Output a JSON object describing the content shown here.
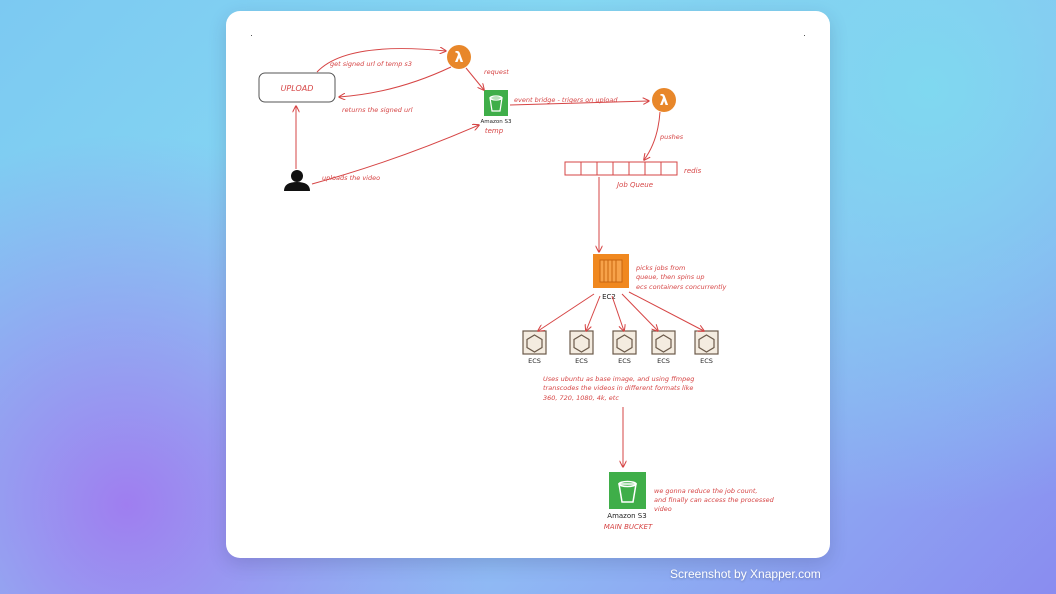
{
  "diagram": {
    "upload_box_label": "UPLOAD",
    "edge_get_signed_url": "get signed url of temp s3",
    "edge_returns_signed_url": "returns the signed url",
    "edge_request": "request",
    "edge_uploads_video": "uploads the video",
    "edge_event_bridge": "event bridge - trigers on upload",
    "edge_pushes": "pushes",
    "s3_temp_service": "Amazon S3",
    "s3_temp_label": "temp",
    "queue_label": "Job Queue",
    "queue_store": "redis",
    "ec2_label": "EC2",
    "ec2_note": [
      "picks jobs from",
      "queue, then spins up",
      "ecs containers concurrently"
    ],
    "ecs_labels": [
      "ECS",
      "ECS",
      "ECS",
      "ECS",
      "ECS"
    ],
    "transcode_note": [
      "Uses ubuntu as base image, and using ffmpeg",
      "transcodes the videos in different formats like",
      "360, 720, 1080, 4k, etc"
    ],
    "s3_main_service": "Amazon S3",
    "s3_main_label": "MAIN BUCKET",
    "final_note": [
      "we gonna reduce the job count,",
      "and finally can access the processed",
      "video"
    ]
  },
  "watermark": "Screenshot by Xnapper.com",
  "colors": {
    "ink_red": "#d64545",
    "lambda_orange": "#e8872a",
    "s3_green": "#3fae49",
    "ec2_orange": "#f0881f",
    "ecs_brown": "#6b5a4a"
  },
  "icons": [
    "lambda-icon",
    "s3-bucket-icon",
    "user-icon",
    "ec2-icon",
    "ecs-icon"
  ]
}
